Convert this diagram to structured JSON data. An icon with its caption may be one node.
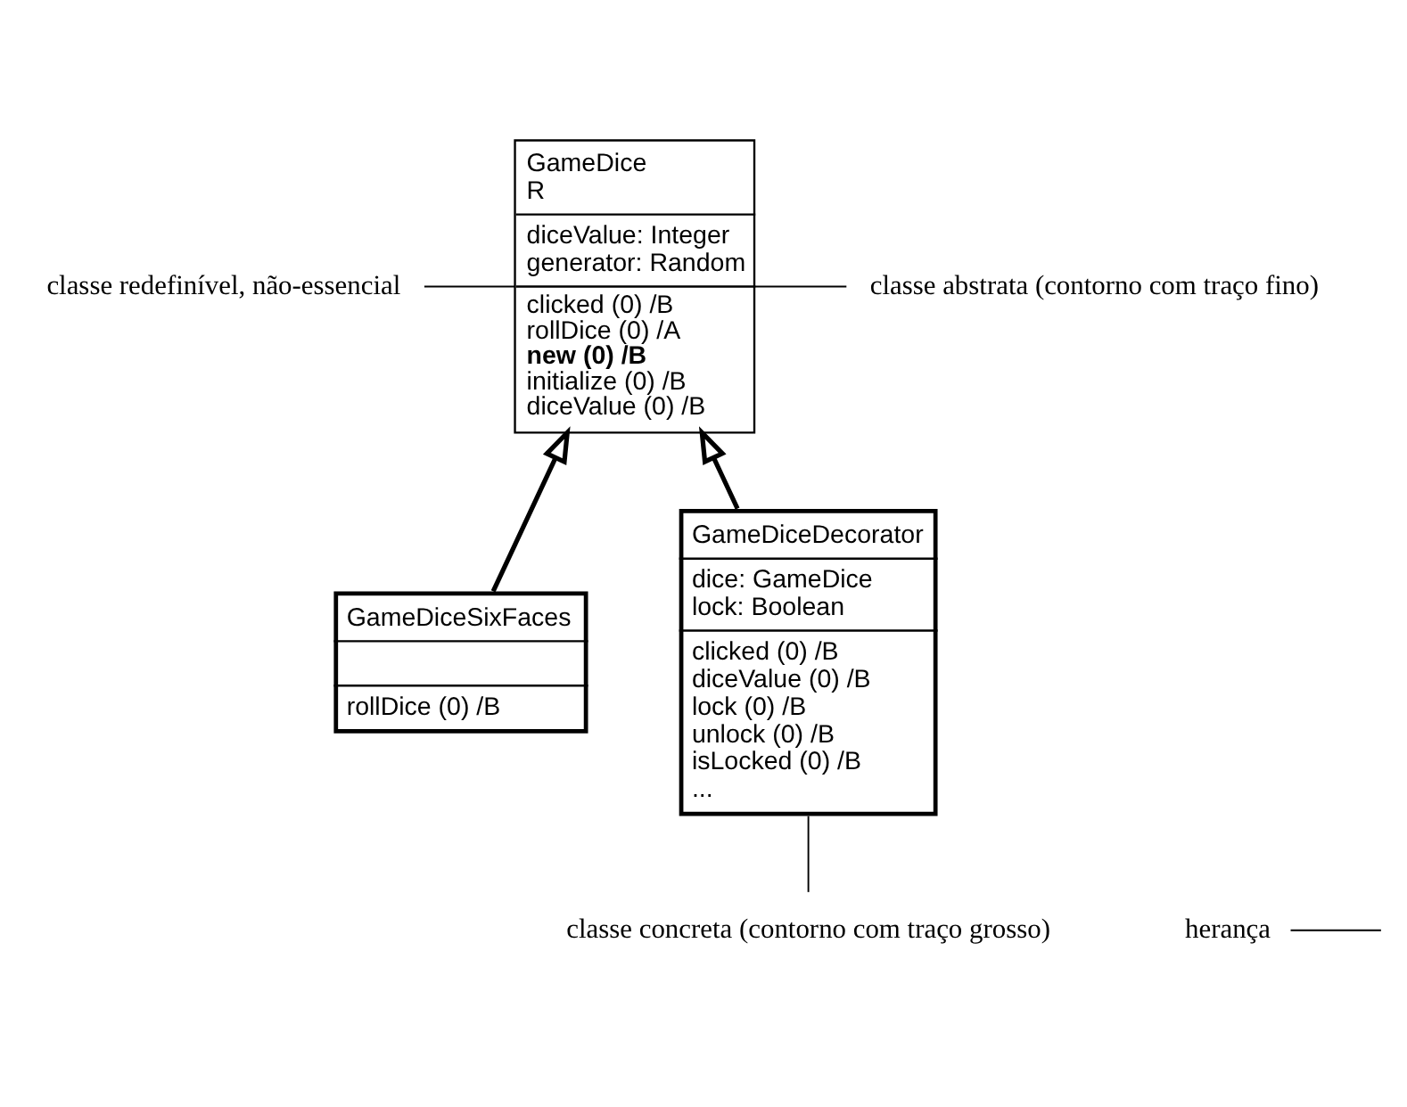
{
  "diagram": {
    "nodes": [
      {
        "text": [
          "GameDice",
          "R",
          "diceValue: Integer",
          "generator: Random",
          "clicked (0) /B",
          "rollDice (0) /A",
          "new (0) /B",
          "initialize (0) /B",
          "diceValue (0) /B"
        ]
      },
      {
        "text": [
          "GameDiceSixFaces",
          "rollDice (0) /B"
        ]
      },
      {
        "text": [
          "GameDiceDecorator",
          "dice: GameDice",
          "lock: Boolean",
          "clicked (0) /B",
          "diceValue (0) /B",
          "lock (0) /B",
          "unlock (0) /B",
          "isLocked (0) /B",
          "..."
        ]
      },
      {
        "text": [
          "classe redefinível, não-essencial"
        ]
      },
      {
        "text": [
          "classe abstrata (contorno com traço fino)"
        ]
      },
      {
        "text": [
          "herança"
        ]
      },
      {
        "text": [
          "classe concreta (contorno com traço grosso)"
        ]
      }
    ],
    "edges": [
      {
        "from": 1,
        "to": 0,
        "arrow": "to",
        "style": "thick"
      },
      {
        "from": 2,
        "to": 0,
        "arrow": "to",
        "style": "thick"
      },
      {
        "from": 3,
        "to": 0,
        "arrow": "none"
      },
      {
        "from": 4,
        "to": 0,
        "arrow": "none"
      },
      {
        "from": 5,
        "to": null,
        "arrow": "none"
      },
      {
        "from": 6,
        "to": 2,
        "arrow": "none"
      }
    ]
  }
}
